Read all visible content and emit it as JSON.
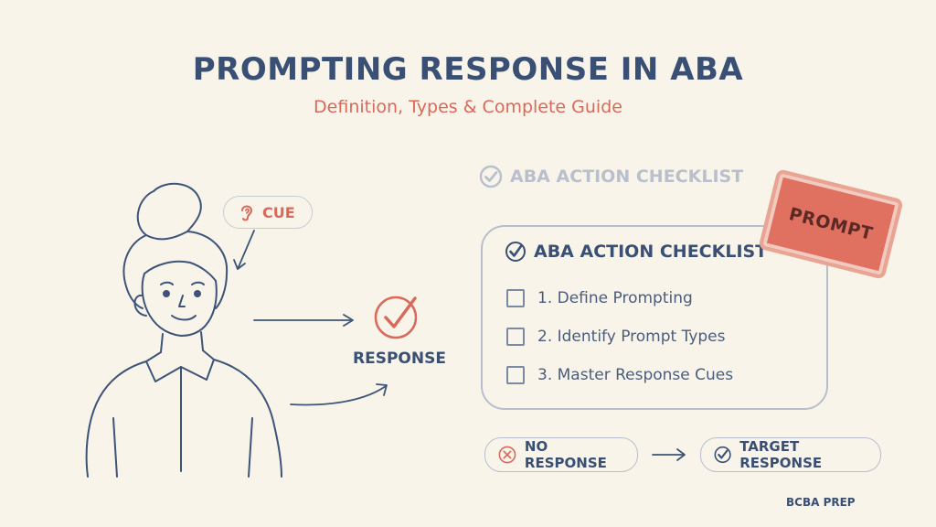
{
  "title": "PROMPTING RESPONSE IN ABA",
  "subtitle": "Definition, Types & Complete Guide",
  "ghost_heading": "ABA ACTION CHECKLIST",
  "checklist": {
    "heading": "ABA ACTION CHECKLIST",
    "items": [
      {
        "label": "1.  Define Prompting"
      },
      {
        "label": "2.  Identify Prompt Types"
      },
      {
        "label": "3.  Master Response Cues"
      }
    ]
  },
  "stamp": "PROMPT",
  "cue": "CUE",
  "response": "RESPONSE",
  "no_response": "NO RESPONSE",
  "target_response": "TARGET RESPONSE",
  "footer": "BCBA PREP",
  "colors": {
    "navy": "#3a4f74",
    "coral": "#d9695a",
    "background": "#f8f4ea",
    "outline": "#b7bfcc"
  },
  "icons": [
    "ear-icon",
    "check-circle-icon",
    "x-circle-icon",
    "checkbox-icon",
    "arrow-icon"
  ]
}
